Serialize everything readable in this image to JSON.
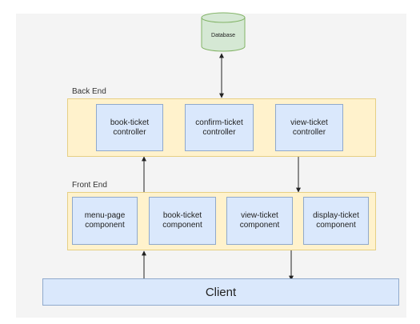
{
  "diagram": {
    "database": {
      "label": "Database"
    },
    "back_end": {
      "label": "Back End",
      "nodes": [
        {
          "label": "book-ticket\ncontroller"
        },
        {
          "label": "confirm-ticket\ncontroller"
        },
        {
          "label": "view-ticket\ncontroller"
        }
      ]
    },
    "front_end": {
      "label": "Front End",
      "nodes": [
        {
          "label": "menu-page\ncomponent"
        },
        {
          "label": "book-ticket\ncomponent"
        },
        {
          "label": "view-ticket\ncomponent"
        },
        {
          "label": "display-ticket\ncomponent"
        }
      ]
    },
    "client": {
      "label": "Client"
    },
    "colors": {
      "layer_fill": "#fff2cc",
      "layer_border": "#e6cf84",
      "node_fill": "#dae8fc",
      "node_border": "#8fa9cc",
      "database_fill": "#d5e8d4",
      "database_border": "#82b366",
      "background": "#f4f4f4"
    }
  }
}
